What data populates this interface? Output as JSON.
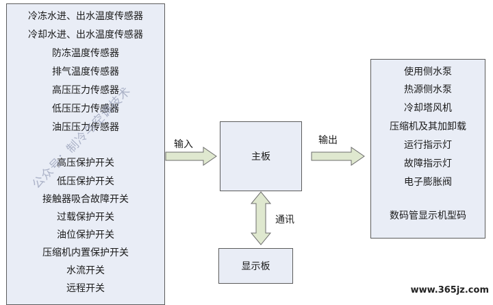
{
  "input_box": {
    "items": [
      "冷冻水进、出水温度传感器",
      "冷却水进、出水温度传感器",
      "防冻温度传感器",
      "排气温度传感器",
      "高压压力传感器",
      "低压压力传感器",
      "油压压力传感器",
      "高压保护开关",
      "低压保护开关",
      "接触器吸合故障开关",
      "过载保护开关",
      "油位保护开关",
      "压缩机内置保护开关",
      "水流开关",
      "远程开关"
    ]
  },
  "main_board": {
    "label": "主板"
  },
  "display_board": {
    "label": "显示板"
  },
  "output_box": {
    "items": [
      "使用侧水泵",
      "热源侧水泵",
      "冷却塔风机",
      "压缩机及其加卸载",
      "运行指示灯",
      "故障指示灯",
      "电子膨胀阀",
      "数码管显示机型码"
    ]
  },
  "edges": {
    "input_label": "输入",
    "output_label": "输出",
    "comm_label": "通讯"
  },
  "watermark": "公众号：制冷与空调技术",
  "site": "www.365jz.com",
  "colors": {
    "box_fill": "#e9edf6",
    "box_border": "#5a5a5a",
    "arrow_fill": "#dfe8cf",
    "arrow_stroke": "#6b6b6b"
  }
}
